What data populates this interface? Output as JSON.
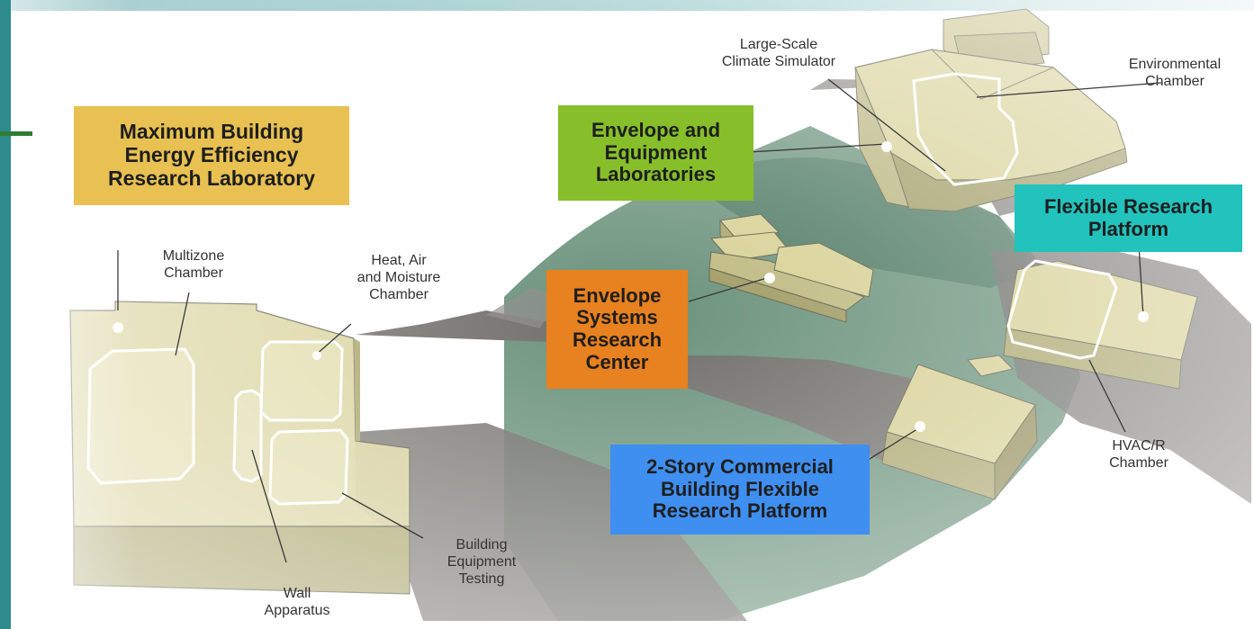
{
  "colors": {
    "max_lab_box": "#e8c152",
    "envelope_equip_box": "#86bf2a",
    "flexible_platform_box": "#22c3bd",
    "envelope_systems_box": "#e8811f",
    "commercial_box": "#3f8ff0",
    "building": "#d6cf92",
    "ground": "#4e7d62",
    "road": "#6c6a66",
    "frame": "#2f8a8c"
  },
  "boxes": {
    "max_lab": "Maximum Building\nEnergy Efficiency\nResearch Laboratory",
    "envelope_equipment": "Envelope and\nEquipment\nLaboratories",
    "flexible_platform": "Flexible Research\nPlatform",
    "envelope_systems": "Envelope\nSystems\nResearch\nCenter",
    "commercial_platform": "2-Story Commercial\nBuilding Flexible\nResearch Platform"
  },
  "labels": {
    "climate_simulator": "Large-Scale\nClimate Simulator",
    "environmental_chamber": "Environmental\nChamber",
    "multizone_chamber": "Multizone\nChamber",
    "ham_chamber": "Heat, Air\nand Moisture\nChamber",
    "building_equipment_testing": "Building\nEquipment\nTesting",
    "wall_apparatus": "Wall\nApparatus",
    "hvacr_chamber": "HVAC/R\nChamber"
  }
}
